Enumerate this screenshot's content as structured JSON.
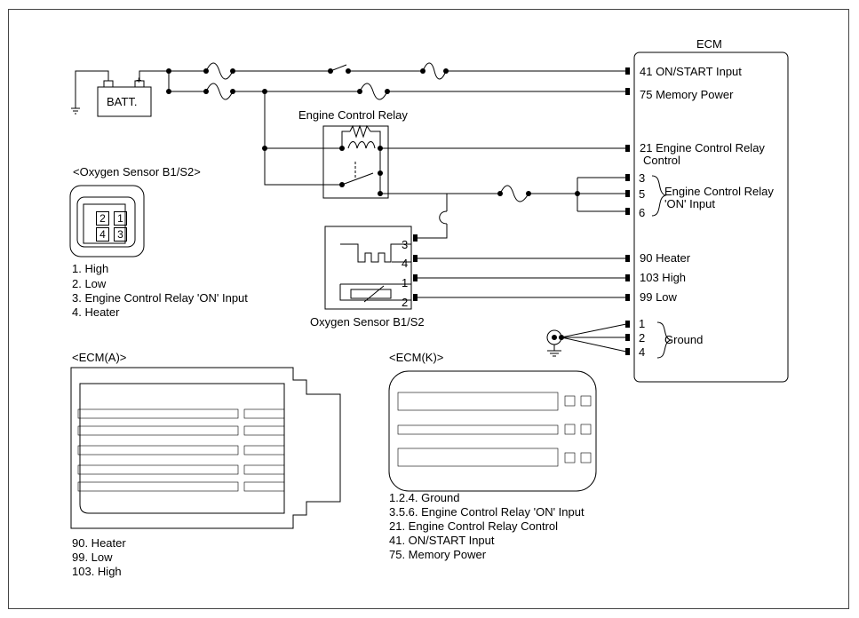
{
  "batt_label": "BATT.",
  "batt_minus": "-",
  "batt_plus": "+",
  "ecm_title": "ECM",
  "relay_title": "Engine Control Relay",
  "o2_bottom_title": "Oxygen Sensor B1/S2",
  "o2_connector": {
    "title": "<Oxygen Sensor B1/S2>",
    "pins": [
      "2",
      "1",
      "4",
      "3"
    ],
    "legend": [
      "1. High",
      "2. Low",
      "3. Engine Control Relay 'ON' Input",
      "4. Heater"
    ]
  },
  "ecm_pins": {
    "p41": "41 ON/START Input",
    "p75": "75 Memory Power",
    "p21a": "21 Engine Control Relay",
    "p21b": "Control",
    "p3": "3",
    "p5": "5",
    "p6": "6",
    "relay_on_a": "Engine Control Relay",
    "relay_on_b": "'ON' Input",
    "p90": "90 Heater",
    "p103": "103 High",
    "p99": "99 Low",
    "g1": "1",
    "g2": "2",
    "g4": "4",
    "ground": "Ground"
  },
  "sensor_pins": [
    "3",
    "4",
    "1",
    "2"
  ],
  "ecm_a": {
    "title": "<ECM(A)>",
    "legend": [
      "90. Heater",
      "99. Low",
      "103. High"
    ]
  },
  "ecm_k": {
    "title": "<ECM(K)>",
    "legend": [
      "1.2.4. Ground",
      "3.5.6. Engine Control Relay 'ON' Input",
      "21. Engine Control Relay Control",
      "41. ON/START Input",
      "75. Memory Power"
    ]
  }
}
